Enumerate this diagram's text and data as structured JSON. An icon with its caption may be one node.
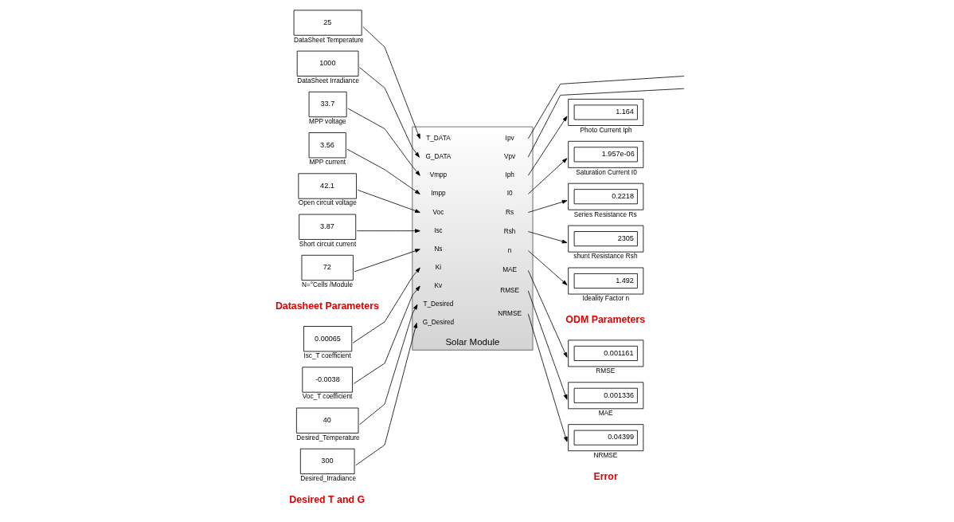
{
  "diagram": {
    "nodes": [
      {
        "text": [
          "25"
        ],
        "beside": [
          "DataSheet Temperature"
        ]
      },
      {
        "text": [
          "1000"
        ],
        "beside": [
          "DataSheet Irradiance"
        ]
      },
      {
        "text": [
          "33.7"
        ],
        "beside": [
          "MPP voltage"
        ]
      },
      {
        "text": [
          "3.56"
        ],
        "beside": [
          "MPP current"
        ]
      },
      {
        "text": [
          "42.1"
        ],
        "beside": [
          "Open circuit voltage"
        ]
      },
      {
        "text": [
          "3.87"
        ],
        "beside": [
          "Short circuit current"
        ]
      },
      {
        "text": [
          "72"
        ],
        "beside": [
          "N=°Cells /Module"
        ]
      },
      {
        "text": [
          "0.00065"
        ],
        "beside": [
          "Isc_T coefficient"
        ]
      },
      {
        "text": [
          "-0.0038"
        ],
        "beside": [
          "Voc_T coefficient"
        ]
      },
      {
        "text": [
          "40"
        ],
        "beside": [
          "Desired_Temperature"
        ]
      },
      {
        "text": [
          "300"
        ],
        "beside": [
          "Desired_Irradiance"
        ]
      },
      {
        "text": [
          "Solar Module"
        ]
      },
      {
        "text": [
          "T_DATA"
        ],
        "in": 11
      },
      {
        "text": [
          "G_DATA"
        ],
        "in": 11
      },
      {
        "text": [
          "Vmpp"
        ],
        "in": 11
      },
      {
        "text": [
          "Impp"
        ],
        "in": 11
      },
      {
        "text": [
          "Voc"
        ],
        "in": 11
      },
      {
        "text": [
          "Isc"
        ],
        "in": 11
      },
      {
        "text": [
          "Ns"
        ],
        "in": 11
      },
      {
        "text": [
          "Ki"
        ],
        "in": 11
      },
      {
        "text": [
          "Kv"
        ],
        "in": 11
      },
      {
        "text": [
          "T_Desired"
        ],
        "in": 11
      },
      {
        "text": [
          "G_Desired"
        ],
        "in": 11
      },
      {
        "text": [
          "Ipv"
        ],
        "in": 11
      },
      {
        "text": [
          "Vpv"
        ],
        "in": 11
      },
      {
        "text": [
          "Iph"
        ],
        "in": 11
      },
      {
        "text": [
          "I0"
        ],
        "in": 11
      },
      {
        "text": [
          "Rs"
        ],
        "in": 11
      },
      {
        "text": [
          "Rsh"
        ],
        "in": 11
      },
      {
        "text": [
          "n"
        ],
        "in": 11
      },
      {
        "text": [
          "MAE"
        ],
        "in": 11
      },
      {
        "text": [
          "RMSE"
        ],
        "in": 11
      },
      {
        "text": [
          "NRMSE"
        ],
        "in": 11
      },
      {
        "text": [
          "1.164"
        ],
        "beside": [
          "Photo Current Iph"
        ]
      },
      {
        "text": [
          "1.957e-06"
        ],
        "beside": [
          "Saturation Current I0"
        ]
      },
      {
        "text": [
          "0.2218"
        ],
        "beside": [
          "Series Resistance Rs"
        ]
      },
      {
        "text": [
          "2305"
        ],
        "beside": [
          "shunt Resistance Rsh"
        ]
      },
      {
        "text": [
          "1.492"
        ],
        "beside": [
          "Ideality Factor n"
        ]
      },
      {
        "text": [
          "0.001161"
        ],
        "beside": [
          "RMSE"
        ]
      },
      {
        "text": [
          "0.001336"
        ],
        "beside": [
          "MAE"
        ]
      },
      {
        "text": [
          "0.04399"
        ],
        "beside": [
          "NRMSE"
        ]
      }
    ],
    "edges": [
      {
        "from": 0,
        "to": 12,
        "arrow": "to"
      },
      {
        "from": 1,
        "to": 13,
        "arrow": "to"
      },
      {
        "from": 2,
        "to": 14,
        "arrow": "to"
      },
      {
        "from": 3,
        "to": 15,
        "arrow": "to"
      },
      {
        "from": 4,
        "to": 16,
        "arrow": "to"
      },
      {
        "from": 5,
        "to": 17,
        "arrow": "to"
      },
      {
        "from": 6,
        "to": 18,
        "arrow": "to"
      },
      {
        "from": 7,
        "to": 19,
        "arrow": "to"
      },
      {
        "from": 8,
        "to": 20,
        "arrow": "to"
      },
      {
        "from": 9,
        "to": 21,
        "arrow": "to"
      },
      {
        "from": 10,
        "to": 22,
        "arrow": "to"
      },
      {
        "from": 23,
        "to": null,
        "arrow": "none"
      },
      {
        "from": 24,
        "to": null,
        "arrow": "none"
      },
      {
        "from": 25,
        "to": 33,
        "arrow": "to"
      },
      {
        "from": 26,
        "to": 34,
        "arrow": "to"
      },
      {
        "from": 27,
        "to": 35,
        "arrow": "to"
      },
      {
        "from": 28,
        "to": 36,
        "arrow": "to"
      },
      {
        "from": 29,
        "to": 37,
        "arrow": "to"
      },
      {
        "from": 30,
        "to": 38,
        "arrow": "to"
      },
      {
        "from": 31,
        "to": 39,
        "arrow": "to"
      },
      {
        "from": 32,
        "to": 40,
        "arrow": "to"
      }
    ],
    "labels": [
      "Datasheet Parameters",
      "Desired T and G",
      "Error",
      "ODM Parameters"
    ]
  }
}
